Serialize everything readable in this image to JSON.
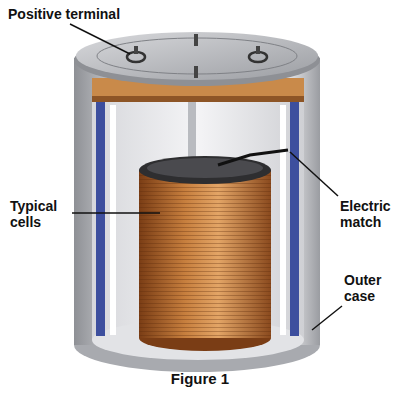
{
  "diagram": {
    "caption": "Figure 1",
    "labels": [
      "Positive terminal",
      "Typical cells",
      "Electric match",
      "Outer case"
    ]
  }
}
